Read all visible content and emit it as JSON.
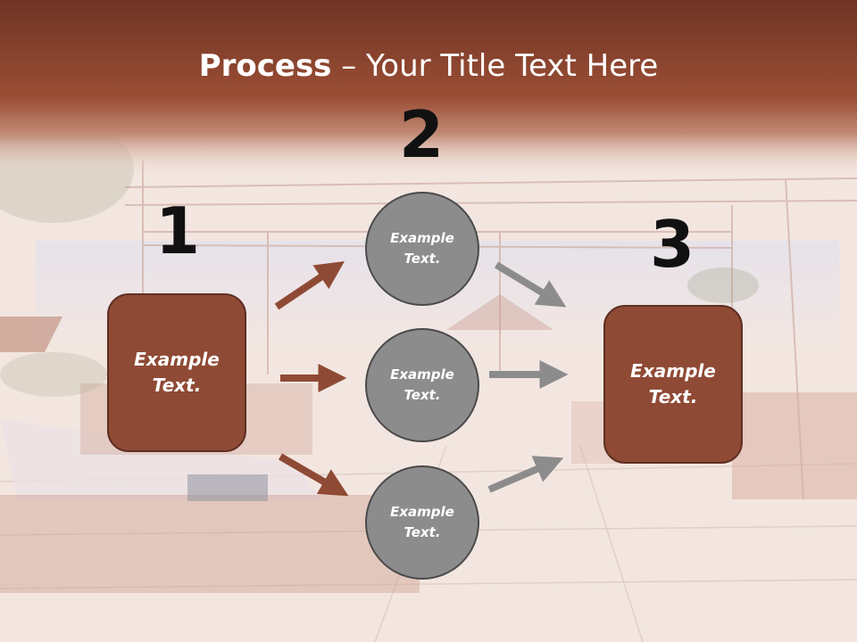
{
  "slide": {
    "title_bold": "Process",
    "title_rest": " – Your Title Text Here",
    "numbers": [
      "1",
      "2",
      "3"
    ],
    "left_box": "Example Text.",
    "circles": [
      "Example Text.",
      "Example Text.",
      "Example Text."
    ],
    "right_box": "Example Text."
  },
  "colors": {
    "header": "#8f4a35",
    "box_fill": "#8f4a35",
    "circle_fill": "#8c8c8c",
    "arrow_left": "#8f4a35",
    "arrow_right": "#8c8c8c"
  }
}
